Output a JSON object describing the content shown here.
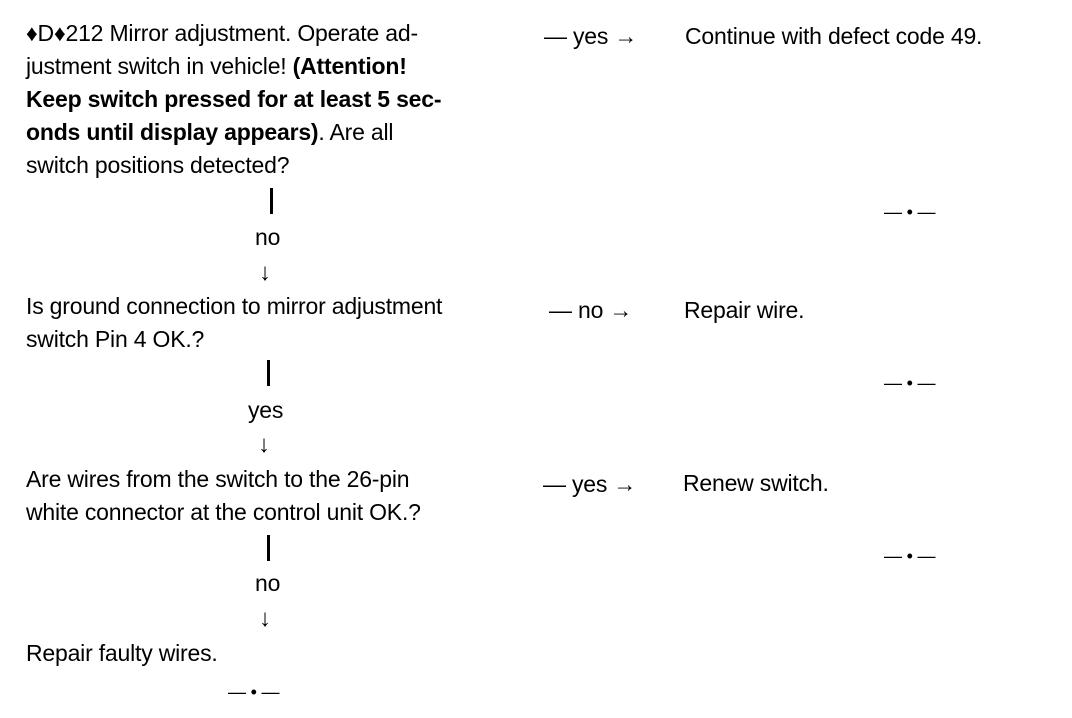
{
  "step1": {
    "lines": [
      {
        "prefix": "♦D♦212 ",
        "text": "Mirror adjustment. Operate ad-",
        "bold_tail": ""
      },
      {
        "prefix": "",
        "text": "justment switch in vehicle! ",
        "bold_tail": "(Attention!"
      },
      {
        "prefix": "",
        "text": "",
        "bold_tail": "Keep switch pressed for at least 5 sec-"
      },
      {
        "prefix": "",
        "text": "",
        "bold_tail": "onds until display appears)",
        "after": ". Are all"
      },
      {
        "prefix": "",
        "text": "switch positions detected?",
        "bold_tail": ""
      }
    ],
    "branch": "— yes →",
    "result": "Continue with defect code 49.",
    "end_mark": "— • —",
    "down_label": "no",
    "down_arrow": "↓"
  },
  "step2": {
    "line1": "Is ground connection to mirror adjustment",
    "line2": "switch Pin 4 OK.?",
    "branch": "— no →",
    "result": "Repair wire.",
    "end_mark": "— • —",
    "down_label": "yes",
    "down_arrow": "↓"
  },
  "step3": {
    "line1": "Are wires from the switch to the 26-pin",
    "line2": "white connector at the control unit OK.?",
    "branch": "— yes →",
    "result": "Renew switch.",
    "end_mark": "— • —",
    "down_label": "no",
    "down_arrow": "↓"
  },
  "step4": {
    "text": "Repair faulty wires.",
    "end_mark": "— • —"
  }
}
